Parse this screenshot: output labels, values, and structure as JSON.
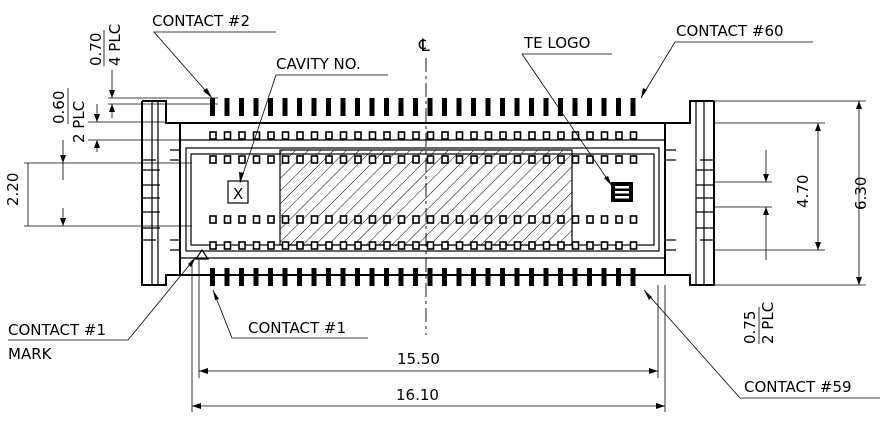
{
  "labels": {
    "contact_2": "CONTACT #2",
    "contact_60": "CONTACT #60",
    "cavity_no": "CAVITY NO.",
    "te_logo": "TE LOGO",
    "centerline": "℄",
    "contact_1_mark_line1": "CONTACT #1",
    "contact_1_mark_line2": "MARK",
    "contact_1": "CONTACT #1",
    "contact_59": "CONTACT #59",
    "cavity_marker": "X"
  },
  "dimensions": {
    "d_070": "0.70",
    "d_070_note": "4 PLC",
    "d_060": "0.60",
    "d_060_note": "2 PLC",
    "d_220": "2.20",
    "d_470": "4.70",
    "d_630": "6.30",
    "d_075": "0.75",
    "d_075_note": "2 PLC",
    "d_1550": "15.50",
    "d_1610": "16.10"
  },
  "contacts_per_row": 30
}
